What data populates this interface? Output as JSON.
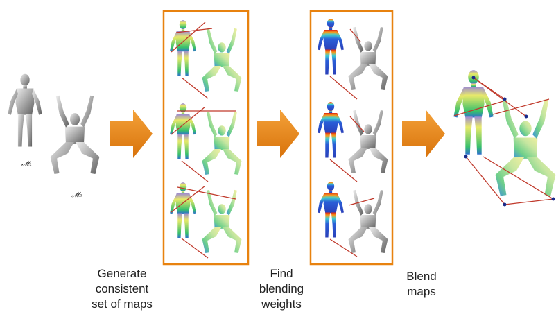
{
  "models": {
    "m1_label": "𝓜₁",
    "m2_label": "𝓜₂"
  },
  "captions": {
    "step1": [
      "Generate",
      "consistent",
      "set of maps"
    ],
    "step2": [
      "Find",
      "blending",
      "weights"
    ],
    "step3": [
      "Blend",
      "maps"
    ]
  },
  "colors": {
    "arrow": "#e8820f",
    "panel_border": "#e8820f",
    "correspondence_line": "#c0392b",
    "mesh_gray": "#b8b8b8"
  }
}
